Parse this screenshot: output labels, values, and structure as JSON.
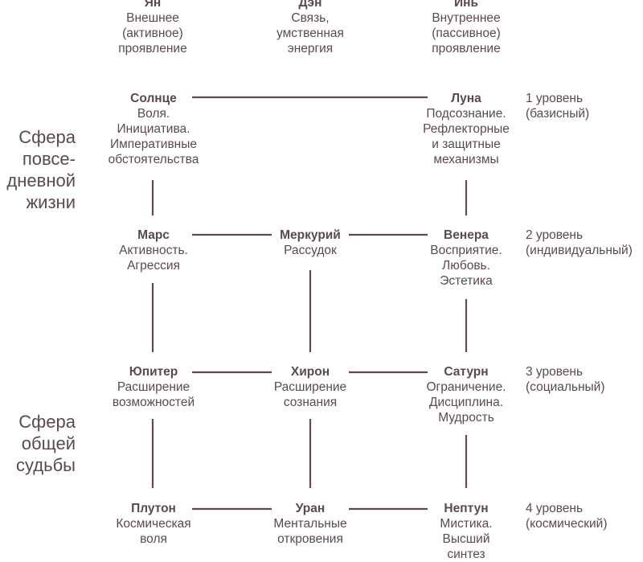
{
  "columns": [
    {
      "title": "Ян",
      "desc": "Внешнее\n(активное)\nпроявление"
    },
    {
      "title": "Дэн",
      "desc": "Связь,\nумственная\nэнергия"
    },
    {
      "title": "Инь",
      "desc": "Внутреннее\n(пассивное)\nпроявление"
    }
  ],
  "nodes": {
    "sun": {
      "title": "Солнце",
      "desc": "Воля.\nИнициатива.\nИмперативные\nобстоятельства"
    },
    "moon": {
      "title": "Луна",
      "desc": "Подсознание.\nРефлекторные\nи защитные\nмеханизмы"
    },
    "mars": {
      "title": "Марс",
      "desc": "Активность.\nАгрессия"
    },
    "mercury": {
      "title": "Меркурий",
      "desc": "Рассудок"
    },
    "venus": {
      "title": "Венера",
      "desc": "Восприятие.\nЛюбовь.\nЭстетика"
    },
    "jupiter": {
      "title": "Юпитер",
      "desc": "Расширение\nвозможностей"
    },
    "chiron": {
      "title": "Хирон",
      "desc": "Расширение\nсознания"
    },
    "saturn": {
      "title": "Сатурн",
      "desc": "Ограничение.\nДисциплина.\nМудрость"
    },
    "pluto": {
      "title": "Плутон",
      "desc": "Космическая\nволя"
    },
    "uranus": {
      "title": "Уран",
      "desc": "Ментальные\nоткровения"
    },
    "neptune": {
      "title": "Нептун",
      "desc": "Мистика.\nВысший\nсинтез"
    }
  },
  "levels": [
    "1 уровень\n(базисный)",
    "2 уровень\n(индивидуальный)",
    "3 уровень\n(социальный)",
    "4 уровень\n(космический)"
  ],
  "spheres": [
    "Сфера\nповсе-\nдневной\nжизни",
    "Сфера\nобщей\nсудьбы"
  ],
  "colors": {
    "text": "#5a4a4f",
    "lines": "#5e4a50"
  }
}
